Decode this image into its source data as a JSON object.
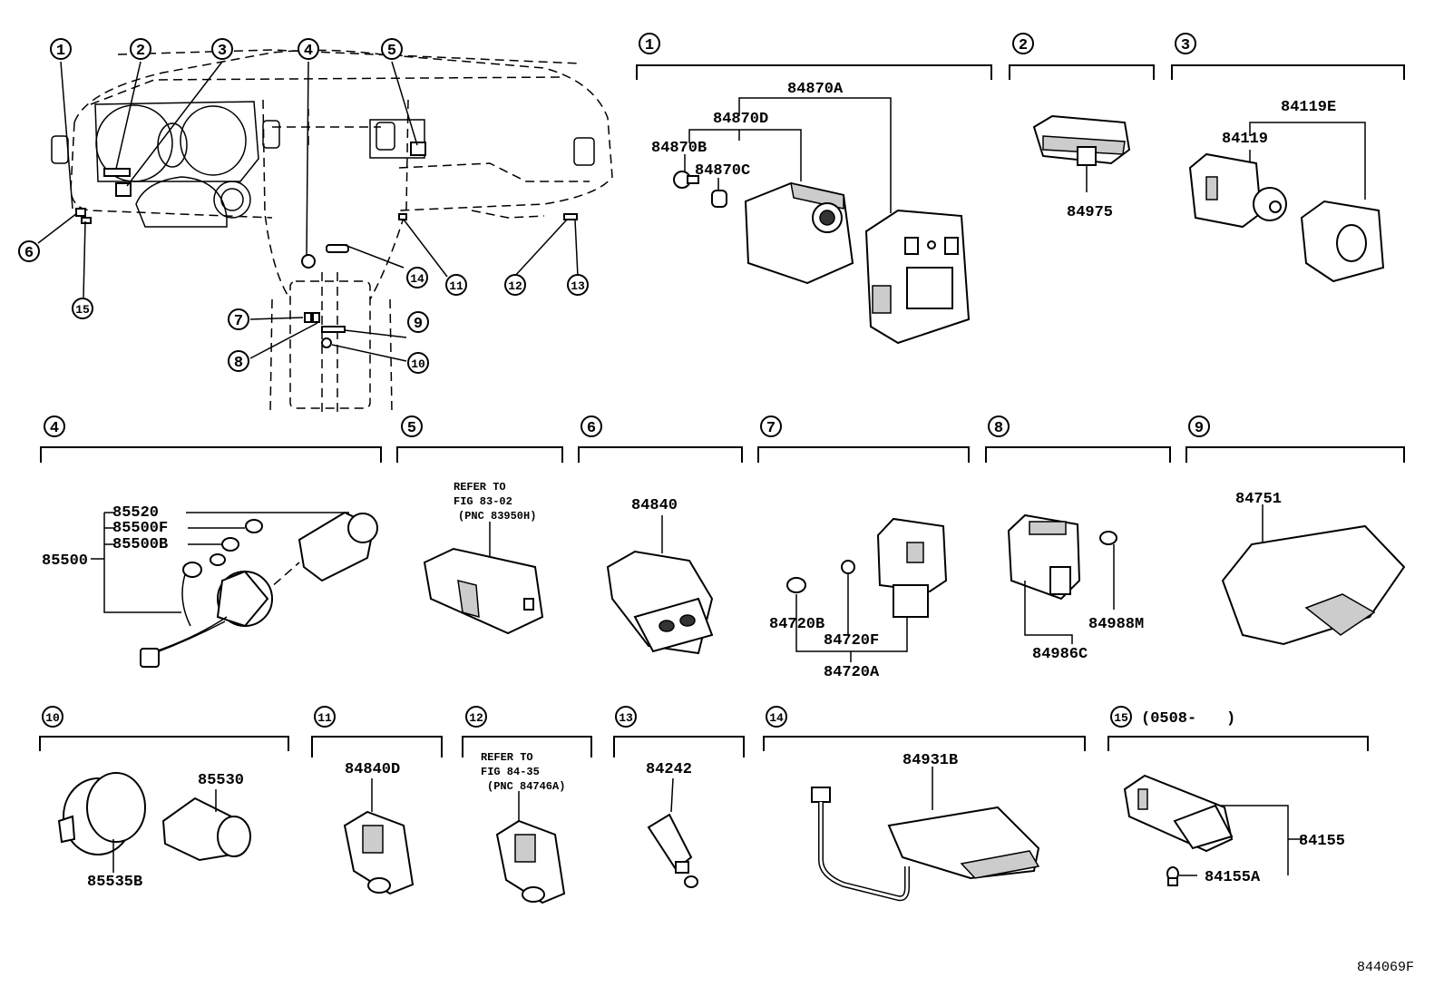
{
  "diagram_code": "844069F",
  "callout_labels": [
    "1",
    "2",
    "3",
    "4",
    "5",
    "6",
    "7",
    "8",
    "9",
    "10",
    "11",
    "12",
    "13",
    "14",
    "15"
  ],
  "sections": {
    "s1": {
      "num": "1",
      "parts": [
        "84870A",
        "84870D",
        "84870B",
        "84870C"
      ]
    },
    "s2": {
      "num": "2",
      "parts": [
        "84975"
      ]
    },
    "s3": {
      "num": "3",
      "parts": [
        "84119E",
        "84119"
      ]
    },
    "s4": {
      "num": "4",
      "parts": [
        "85520",
        "85500F",
        "85500B",
        "85500"
      ]
    },
    "s5": {
      "num": "5",
      "refer": [
        "REFER TO",
        "FIG 83-02",
        "(PNC 83950H)"
      ]
    },
    "s6": {
      "num": "6",
      "parts": [
        "84840"
      ]
    },
    "s7": {
      "num": "7",
      "parts": [
        "84720B",
        "84720F",
        "84720A"
      ]
    },
    "s8": {
      "num": "8",
      "parts": [
        "84988M",
        "84986C"
      ]
    },
    "s9": {
      "num": "9",
      "parts": [
        "84751"
      ]
    },
    "s10": {
      "num": "10",
      "parts": [
        "85530",
        "85535B"
      ]
    },
    "s11": {
      "num": "11",
      "parts": [
        "84840D"
      ]
    },
    "s12": {
      "num": "12",
      "refer": [
        "REFER TO",
        "FIG 84-35",
        "(PNC 84746A)"
      ]
    },
    "s13": {
      "num": "13",
      "parts": [
        "84242"
      ]
    },
    "s14": {
      "num": "14",
      "parts": [
        "84931B"
      ]
    },
    "s15": {
      "num": "15",
      "range": "(0508-",
      "range_close": ")",
      "parts": [
        "84155",
        "84155A"
      ]
    }
  }
}
